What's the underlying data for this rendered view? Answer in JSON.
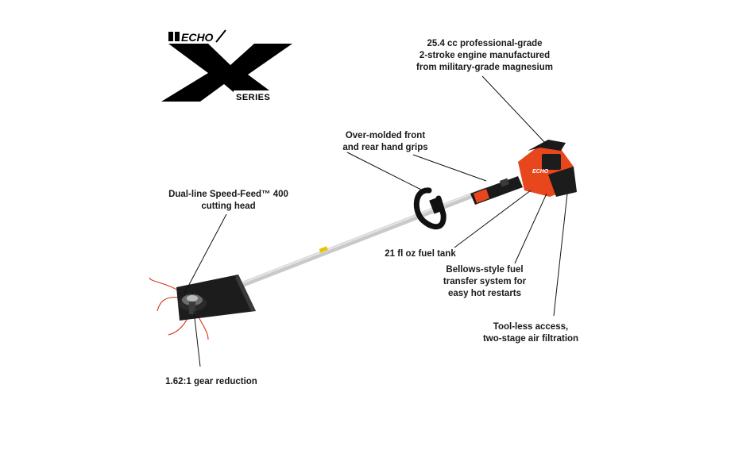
{
  "logo": {
    "brand": "ECHO",
    "series": "X",
    "series_word": "SERIES"
  },
  "callouts": {
    "engine": [
      "25.4 cc professional-grade",
      "2-stroke engine manufactured",
      "from military-grade magnesium"
    ],
    "grips": [
      "Over-molded front",
      "and rear hand grips"
    ],
    "head": [
      "Dual-line Speed-Feed™ 400",
      "cutting head"
    ],
    "tank": [
      "21 fl oz fuel tank"
    ],
    "bellows": [
      "Bellows-style fuel",
      "transfer system for",
      "easy hot restarts"
    ],
    "filter": [
      "Tool-less access,",
      "two-stage air filtration"
    ],
    "gear": [
      "1.62:1 gear reduction"
    ]
  },
  "colors": {
    "engine_orange": "#e8461d",
    "shaft": "#c9c9c9",
    "black": "#111111",
    "line_red": "#d9442a"
  },
  "decal_text": "ECHO"
}
